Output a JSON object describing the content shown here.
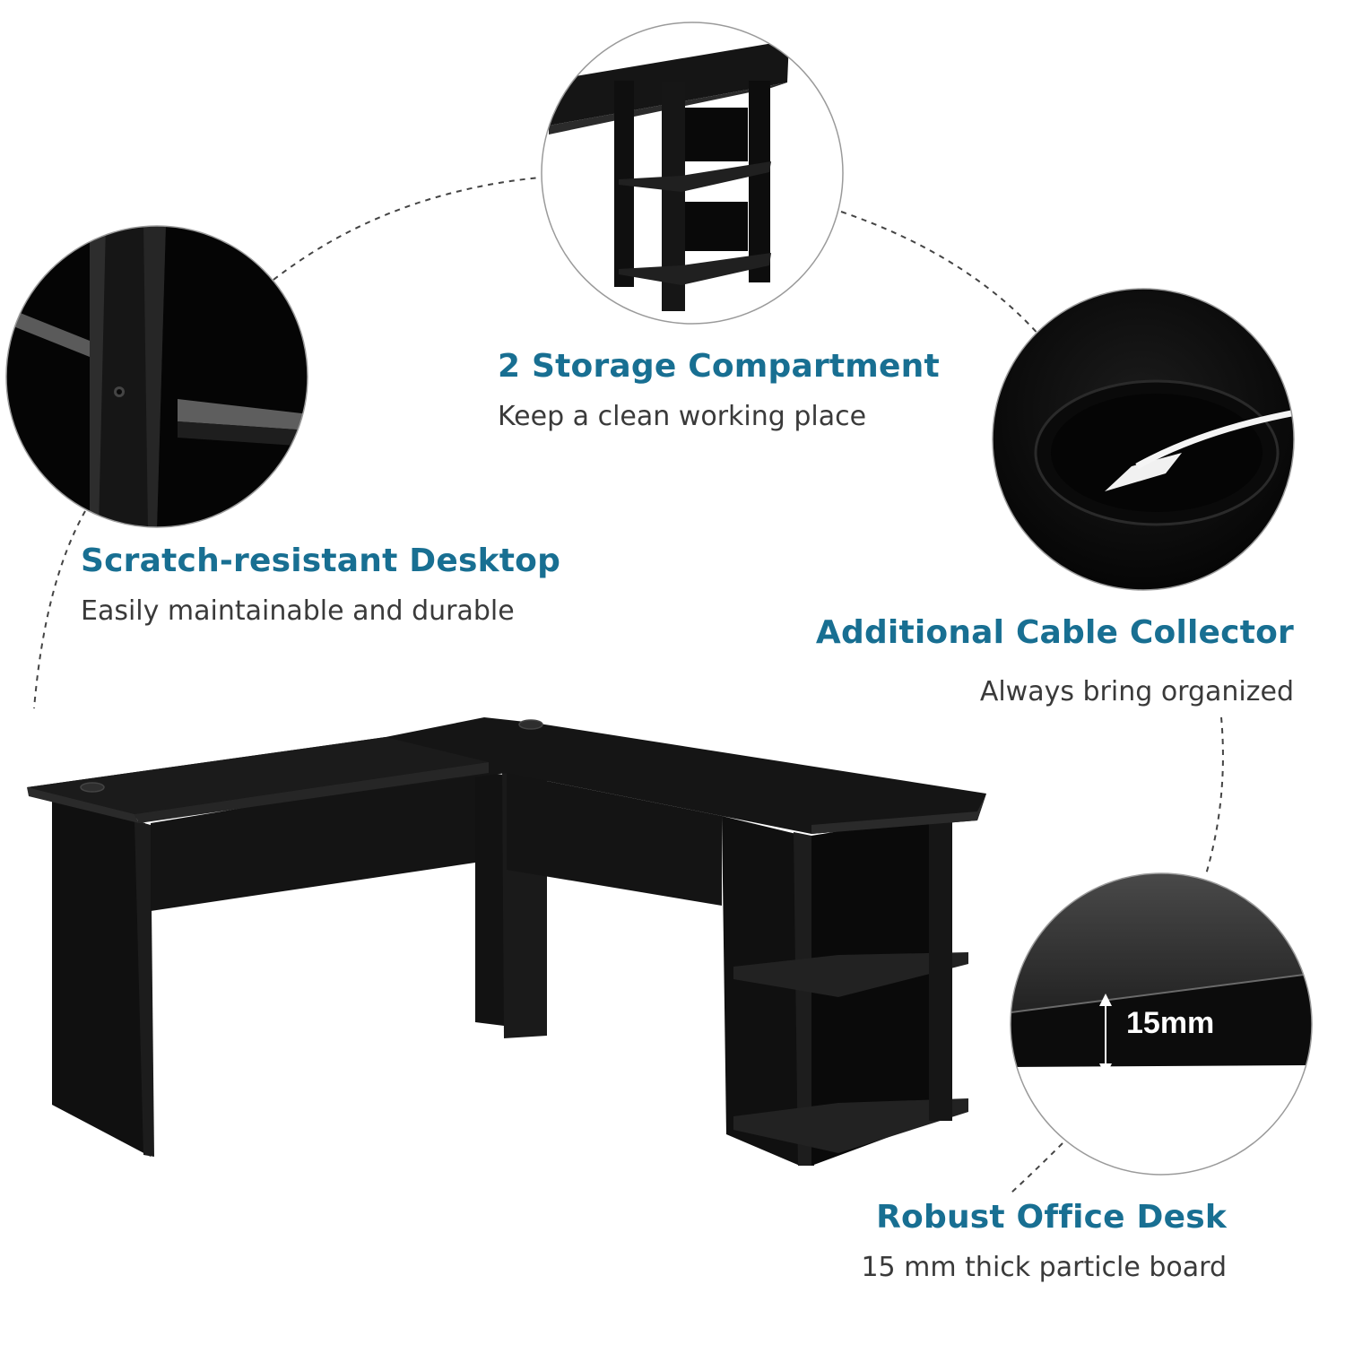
{
  "colors": {
    "accent": "#186f92",
    "desk": "#111111",
    "background": "#ffffff"
  },
  "features": [
    {
      "id": "storage",
      "title": "2 Storage Compartment",
      "description": "Keep a clean working place"
    },
    {
      "id": "desktop",
      "title": "Scratch-resistant Desktop",
      "description": "Easily maintainable and durable"
    },
    {
      "id": "cable",
      "title": "Additional Cable Collector",
      "description": "Always bring organized"
    },
    {
      "id": "robust",
      "title": "Robust Office Desk",
      "description": "15 mm thick particle board"
    }
  ],
  "thickness_callout": "15mm"
}
